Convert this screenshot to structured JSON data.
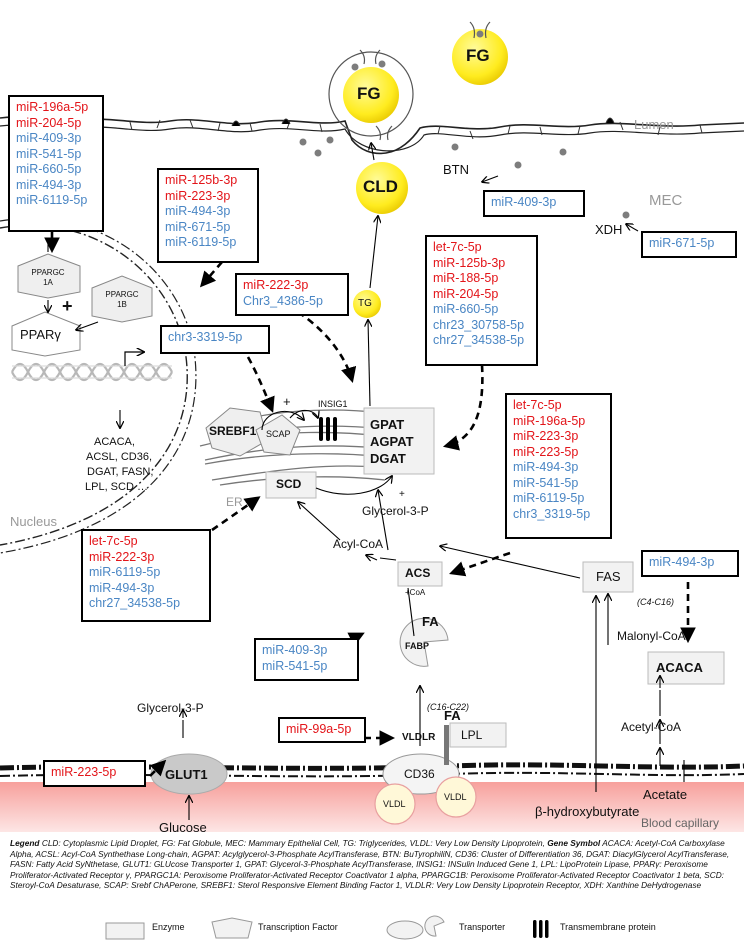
{
  "labels": {
    "lumen": "Lumen",
    "mec": "MEC",
    "nucleus": "Nucleus",
    "er": "ER",
    "blood_capillary": "Blood capillary",
    "fg1": "FG",
    "fg2": "FG",
    "cld": "CLD",
    "tg": "TG",
    "btn": "BTN",
    "xdh": "XDH",
    "ppargc1a_1": "PPARGC",
    "ppargc1a_2": "1A",
    "ppargc1b_1": "PPARGC",
    "ppargc1b_2": "1B",
    "plus1": "+",
    "ppar": "PPARγ",
    "target_genes_1": "ACACA,",
    "target_genes_2": "ACSL, CD36,",
    "target_genes_3": "DGAT, FASN,",
    "target_genes_4": "LPL, SCD …",
    "srebf1": "SREBF1",
    "scap": "SCAP",
    "plus2": "+",
    "insig1": "INSIG1",
    "gpat": "GPAT",
    "agpat": "AGPAT",
    "dgat": "DGAT",
    "scd": "SCD",
    "plus3": "+",
    "glycerol3p_er": "Glycerol-3-P",
    "acylcoa": "Acyl-CoA",
    "acs": "ACS",
    "plus_coa": "+CoA",
    "fas": "FAS",
    "c4c16": "(C4-C16)",
    "malonylcoa": "Malonyl-CoA",
    "acaca": "ACACA",
    "acetylcoa": "Acetyl-CoA",
    "fa": "FA",
    "fabp": "FABP",
    "c16c22": "(C16-C22)",
    "glycerol3p": "Glycerol-3-P",
    "glut1": "GLUT1",
    "cd36": "CD36",
    "fa2": "FA",
    "vldlr": "VLDLR",
    "lpl": "LPL",
    "vldl1": "VLDL",
    "vldl2": "VLDL",
    "glucose": "Glucose",
    "acetate": "Acetate",
    "bhb": "β-hydroxybutyrate"
  },
  "mirna_boxes": {
    "box_ppargc": [
      {
        "name": "miR-196a-5p",
        "color": "red"
      },
      {
        "name": "miR-204-5p",
        "color": "red"
      },
      {
        "name": "miR-409-3p",
        "color": "blue"
      },
      {
        "name": "miR-541-5p",
        "color": "blue"
      },
      {
        "name": "miR-660-5p",
        "color": "blue"
      },
      {
        "name": "miR-494-3p",
        "color": "blue"
      },
      {
        "name": "miR-6119-5p",
        "color": "blue"
      }
    ],
    "box_cld": [
      {
        "name": "miR-125b-3p",
        "color": "red"
      },
      {
        "name": "miR-223-3p",
        "color": "red"
      },
      {
        "name": "miR-494-3p",
        "color": "blue"
      },
      {
        "name": "miR-671-5p",
        "color": "blue"
      },
      {
        "name": "miR-6119-5p",
        "color": "blue"
      }
    ],
    "box_btn": [
      {
        "name": "miR-409-3p",
        "color": "blue"
      }
    ],
    "box_xdh": [
      {
        "name": "miR-671-5p",
        "color": "blue"
      }
    ],
    "box_insig": [
      {
        "name": "miR-222-3p",
        "color": "red"
      },
      {
        "name": "Chr3_4386-5p",
        "color": "blue"
      }
    ],
    "box_srebf": [
      {
        "name": "chr3-3319-5p",
        "color": "blue"
      }
    ],
    "box_gpat": [
      {
        "name": "let-7c-5p",
        "color": "red"
      },
      {
        "name": "miR-125b-3p",
        "color": "red"
      },
      {
        "name": "miR-188-5p",
        "color": "red"
      },
      {
        "name": "miR-204-5p",
        "color": "red"
      },
      {
        "name": "miR-660-5p",
        "color": "blue"
      },
      {
        "name": "chr23_30758-5p",
        "color": "blue"
      },
      {
        "name": "chr27_34538-5p",
        "color": "blue"
      }
    ],
    "box_acs": [
      {
        "name": "let-7c-5p",
        "color": "red"
      },
      {
        "name": "miR-196a-5p",
        "color": "red"
      },
      {
        "name": "miR-223-3p",
        "color": "red"
      },
      {
        "name": "miR-223-5p",
        "color": "red"
      },
      {
        "name": "miR-494-3p",
        "color": "blue"
      },
      {
        "name": "miR-541-5p",
        "color": "blue"
      },
      {
        "name": "miR-6119-5p",
        "color": "blue"
      },
      {
        "name": "chr3_3319-5p",
        "color": "blue"
      }
    ],
    "box_scd": [
      {
        "name": "let-7c-5p",
        "color": "red"
      },
      {
        "name": "miR-222-3p",
        "color": "red"
      },
      {
        "name": "miR-6119-5p",
        "color": "blue"
      },
      {
        "name": "miR-494-3p",
        "color": "blue"
      },
      {
        "name": "chr27_34538-5p",
        "color": "blue"
      }
    ],
    "box_acaca": [
      {
        "name": "miR-494-3p",
        "color": "blue"
      }
    ],
    "box_fabp": [
      {
        "name": "miR-409-3p",
        "color": "blue"
      },
      {
        "name": "miR-541-5p",
        "color": "blue"
      }
    ],
    "box_glut1": [
      {
        "name": "miR-223-5p",
        "color": "red"
      }
    ],
    "box_vldlr": [
      {
        "name": "miR-99a-5p",
        "color": "red"
      }
    ]
  },
  "legend": {
    "title": "Legend",
    "text_1": " CLD: Cytoplasmic Lipid Droplet, FG: Fat Globule, MEC: Mammary Epithelial Cell, TG: Triglycerides, VLDL: Very Low Density Lipoprotein, ",
    "gene_symbol": "Gene Symbol",
    "text_2": " ACACA: Acetyl-CoA Carboxylase Alpha, ACSL: Acyl-CoA Synthethase Long-chain, AGPAT: Acylglycerol-3-Phosphate AcylTransferase, BTN: BuTyrophiliN, CD36: Cluster of Differentiation 36, DGAT: DiacylGlycerol AcylTransferase, FASN: Fatty Acid SyNthetase, GLUT1: GLUcose Transporter 1, GPAT: Glycerol-3-Phosphate AcylTransferase, INSIG1: INSulin Induced Gene 1, LPL: LipoProtein Lipase, PPARγ: Peroxisome Proliferator-Activated Receptor γ, PPARGC1A: Peroxisome Proliferator-Activated Receptor Coactivator 1 alpha, PPARGC1B: Peroxisome Proliferator-Activated Receptor Coactivator 1 beta, SCD: Steroyl-CoA Desaturase, SCAP: Srebf ChAPerone, SREBF1: Sterol Responsive Element Binding Factor 1, VLDLR: Very Low Density Lipoprotein Receptor, XDH: Xanthine DeHydrogenase"
  },
  "key": {
    "enzyme": "Enzyme",
    "tf": "Transcription Factor",
    "transporter": "Transporter",
    "tm": "Transmembrane protein"
  },
  "colors": {
    "red_mirna": "#e3151a",
    "blue_mirna": "#4a86c4",
    "fg_yellow": "#ffee33",
    "blood_top": "#f7a09c",
    "blood_bottom": "#fde3e2",
    "enzyme_fill": "#f2f2f2",
    "transporter_fill": "#cfcfcf"
  }
}
